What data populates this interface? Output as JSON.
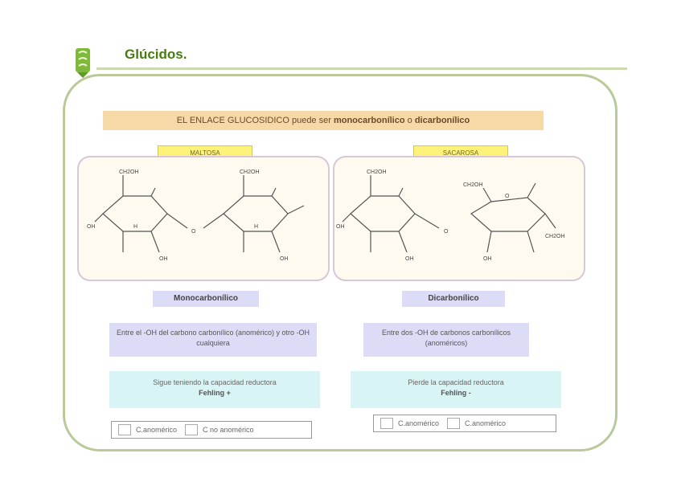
{
  "header": {
    "title": "Glúcidos."
  },
  "headline": {
    "prefix": "EL ENLACE GLUCOSIDICO puede ser ",
    "bold1": "monocarbonílico",
    "mid": " o ",
    "bold2": "dicarbonílico"
  },
  "panels": [
    {
      "tag": "MALTOSA",
      "label": "Monocarbonílico",
      "description": "Entre el -OH del carbono carbonílico (anomérico) y otro -OH cualquiera",
      "folding_text": "Sigue teniendo la capacidad reductora",
      "folding_bold": "Fehling +",
      "options": [
        "C.anomérico",
        "C no anomérico"
      ]
    },
    {
      "tag": "SACAROSA",
      "label": "Dicarbonílico",
      "description": "Entre dos -OH de carbonos carbonílicos (anoméricos)",
      "folding_text": "Pierde la capacidad reductora",
      "folding_bold": "Fehling -",
      "options": [
        "C.anomérico",
        "C.anomérico"
      ]
    }
  ],
  "structures": {
    "ch2oh": "CH2OH",
    "oh": "OH",
    "o": "O",
    "h": "H",
    "bridge": "O"
  },
  "colors": {
    "accent": "#4a7a12",
    "frame": "#b9c99a",
    "label_bg": "#dcdcf7",
    "tag_bg": "#fff27a"
  }
}
